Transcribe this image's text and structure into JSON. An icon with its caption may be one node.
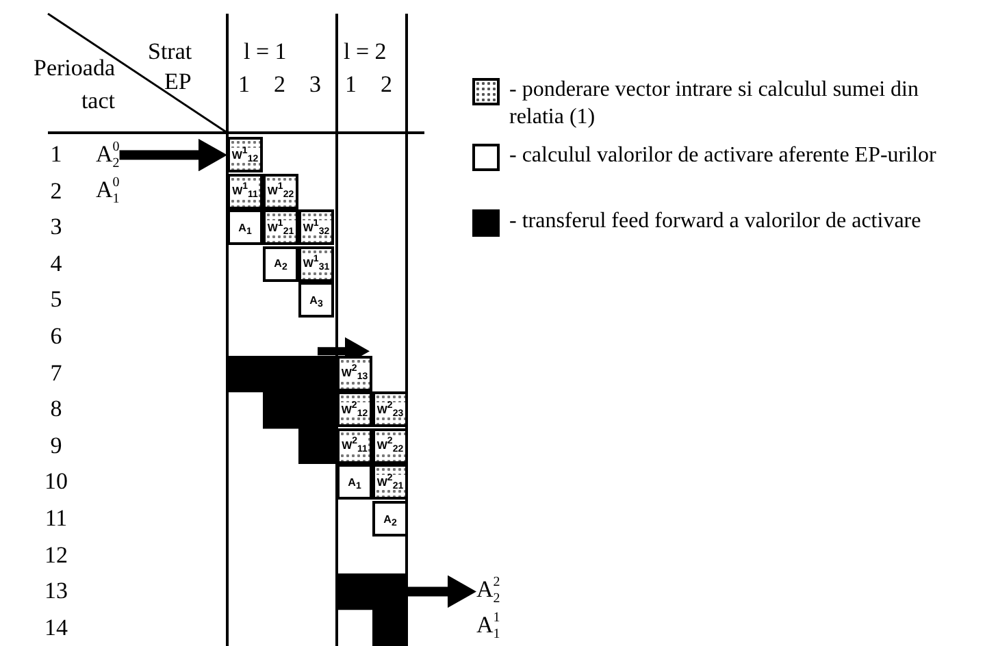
{
  "diagram": {
    "nodes": [
      {
        "text": [
          "A$^{0}$$_{2}$",
          "A$^{0}$$_{1}$"
        ]
      },
      {
        "text": [
          "W$^{1}$$_{12}$"
        ]
      },
      {
        "text": [
          "W$^{1}$$_{11}$"
        ]
      },
      {
        "text": [
          "W$^{1}$$_{22}$"
        ]
      },
      {
        "text": [
          "A$_{1}$"
        ]
      },
      {
        "text": [
          "W$^{1}$$_{21}$"
        ]
      },
      {
        "text": [
          "W$^{1}$$_{32}$"
        ]
      },
      {
        "text": [
          "A$_{2}$"
        ]
      },
      {
        "text": [
          "W$^{1}$$_{31}$"
        ]
      },
      {
        "text": [
          "A$_{3}$"
        ]
      },
      {
        "text": [],
        "shape": "box"
      },
      {
        "text": [
          "W$^{2}$$_{13}$"
        ]
      },
      {
        "text": [
          "W$^{2}$$_{12}$"
        ]
      },
      {
        "text": [
          "W$^{2}$$_{23}$"
        ]
      },
      {
        "text": [
          "W$^{2}$$_{11}$"
        ]
      },
      {
        "text": [
          "W$^{2}$$_{22}$"
        ]
      },
      {
        "text": [
          "A$_{1}$"
        ]
      },
      {
        "text": [
          "W$^{2}$$_{21}$"
        ]
      },
      {
        "text": [
          "A$_{2}$"
        ]
      },
      {
        "text": [],
        "shape": "box"
      },
      {
        "text": [
          "A$^{2}$$_{2}$",
          "A$^{1}$$_{1}$"
        ]
      }
    ],
    "edges": [
      {
        "from": 0,
        "to": 1,
        "arrow": "to"
      },
      {
        "from": 10,
        "to": 11,
        "arrow": "to"
      },
      {
        "from": 19,
        "to": 20,
        "arrow": "to"
      }
    ],
    "labels": [
      "Strat",
      "EP",
      "Perioada tact",
      "l = 1",
      "l = 2",
      "1",
      "2",
      "3",
      "1",
      "2",
      "1",
      "2",
      "3",
      "4",
      "5",
      "6",
      "7",
      "8",
      "9",
      "10",
      "11",
      "12",
      "13",
      "14"
    ],
    "legend": [
      {
        "text": "- ponderare vector intrare si calculul sumei din relatia (1)"
      },
      {
        "text": "- calculul valorilor de activare aferente EP-urilor",
        "color": "#ffffff"
      },
      {
        "text": "- transferul feed forward a valorilor de activare",
        "color": "#000000"
      }
    ]
  }
}
